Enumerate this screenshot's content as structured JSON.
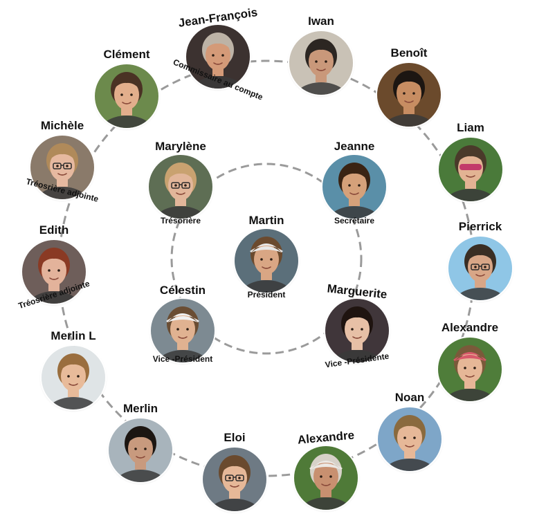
{
  "colors": {
    "ring": "#9a9a9a",
    "background": "#ffffff",
    "text": "#111111"
  },
  "inner_ring": [
    {
      "id": "martin",
      "name": "Martin",
      "role": "Président",
      "skin": "#d9a684",
      "hair": "#6b4a2e",
      "bg": "#5b6f7a",
      "cap": "#e8e8e8"
    },
    {
      "id": "marylene",
      "name": "Marylène",
      "role": "Trésorière",
      "skin": "#e2b69a",
      "hair": "#c9a270",
      "bg": "#5e6e54",
      "glasses": true
    },
    {
      "id": "jeanne",
      "name": "Jeanne",
      "role": "Secrétaire",
      "skin": "#d5a17a",
      "hair": "#3a2414",
      "bg": "#5a8fa8"
    },
    {
      "id": "celestin",
      "name": "Célestin",
      "role": "Vice -Président",
      "skin": "#e0b291",
      "hair": "#6a4d33",
      "bg": "#7d8a92",
      "cap": "#f1f1f1"
    },
    {
      "id": "marguerite",
      "name": "Marguerite",
      "role": "Vice -Présidente",
      "skin": "#e7c0a6",
      "hair": "#1f1410",
      "bg": "#40363a"
    }
  ],
  "outer_ring": [
    {
      "id": "jean-francois",
      "name": "Jean-François",
      "role": "Commissaire au compte",
      "skin": "#d49a78",
      "hair": "#bdb3a6",
      "bg": "#3c3230"
    },
    {
      "id": "iwan",
      "name": "Iwan",
      "role": "",
      "skin": "#c9987a",
      "hair": "#2c2622",
      "bg": "#c9c2b6"
    },
    {
      "id": "benoit",
      "name": "Benoît",
      "role": "",
      "skin": "#c78d62",
      "hair": "#1c1612",
      "bg": "#6b4a2c"
    },
    {
      "id": "liam",
      "name": "Liam",
      "role": "",
      "skin": "#e2b393",
      "hair": "#4a3a2a",
      "bg": "#4a7a3a",
      "sunglasses": true
    },
    {
      "id": "pierrick",
      "name": "Pierrick",
      "role": "",
      "skin": "#d8a687",
      "hair": "#3a2e24",
      "bg": "#8fc6e6",
      "glasses": true
    },
    {
      "id": "alexandre-1",
      "name": "Alexandre",
      "role": "",
      "skin": "#e6b797",
      "hair": "#7a5a3a",
      "bg": "#4f7d3a",
      "cap": "#d8596a"
    },
    {
      "id": "noan",
      "name": "Noan",
      "role": "",
      "skin": "#e6b898",
      "hair": "#8a6a3e",
      "bg": "#7ea6c8"
    },
    {
      "id": "alexandre-2",
      "name": "Alexandre",
      "role": "",
      "skin": "#c89070",
      "hair": "#d7d1c8",
      "bg": "#4f7a38",
      "cap": "#ece8e4"
    },
    {
      "id": "eloi",
      "name": "Eloi",
      "role": "",
      "skin": "#e6b898",
      "hair": "#6a4a2e",
      "bg": "#6e7a84",
      "glasses": true
    },
    {
      "id": "merlin",
      "name": "Merlin",
      "role": "",
      "skin": "#c89a7e",
      "hair": "#1c1612",
      "bg": "#a8b4bc"
    },
    {
      "id": "merlin-l",
      "name": "Merlin L",
      "role": "",
      "skin": "#e8bb9a",
      "hair": "#9a6e3e",
      "bg": "#dfe4e6"
    },
    {
      "id": "edith",
      "name": "Edith",
      "role": "Tréosrière adjointe",
      "skin": "#e3b39b",
      "hair": "#8a3a24",
      "bg": "#6e5e5a"
    },
    {
      "id": "michele",
      "name": "Michèle",
      "role": "Tréosrière adjointe",
      "skin": "#e6b9a0",
      "hair": "#b08a5a",
      "bg": "#8a7a6a",
      "glasses": true
    },
    {
      "id": "clement",
      "name": "Clément",
      "role": "",
      "skin": "#e2ae8c",
      "hair": "#4a3224",
      "bg": "#6c8a4c"
    }
  ]
}
